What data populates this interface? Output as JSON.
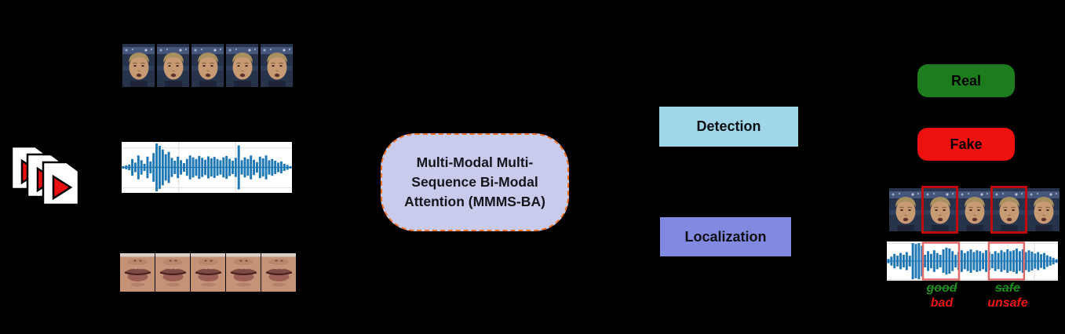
{
  "pipeline": {
    "mmms_label": "Multi-Modal Multi-Sequence Bi-Modal Attention (MMMS-BA)",
    "detection_label": "Detection",
    "localization_label": "Localization"
  },
  "outputs": {
    "real_label": "Real",
    "fake_label": "Fake"
  },
  "input": {
    "video_stack_icon": "video-file-stack-icon",
    "video_file_count": 3,
    "face_frame_count": 5,
    "lip_frame_count": 5
  },
  "localization_output": {
    "face_frame_count": 5,
    "flagged_frame_indices": [
      2,
      4
    ],
    "word_pairs": [
      {
        "original": "good",
        "substituted": "bad"
      },
      {
        "original": "safe",
        "substituted": "unsafe"
      }
    ]
  },
  "colors": {
    "background": "#000000",
    "detection_fill": "#9fd7e9",
    "localization_fill": "#8289e0",
    "mmms_fill": "#c9cbec",
    "mmms_border": "#f07226",
    "real_fill": "#1d7c1e",
    "fake_fill": "#ef1010",
    "waveform_blue": "#1f77b4",
    "frame_flag_red": "#c00a0a",
    "waveform_box_red": "#e06a6a",
    "word_original_green": "#1e8c1e",
    "word_substituted_red": "#ef1515",
    "play_triangle_red": "#e81010"
  },
  "waveforms": {
    "input": {
      "amplitudes": [
        0.05,
        0.08,
        0.12,
        0.35,
        0.2,
        0.5,
        0.3,
        0.15,
        0.45,
        0.25,
        0.6,
        1.0,
        0.9,
        0.75,
        0.55,
        0.65,
        0.4,
        0.28,
        0.45,
        0.3,
        0.18,
        0.35,
        0.5,
        0.42,
        0.35,
        0.48,
        0.4,
        0.32,
        0.46,
        0.38,
        0.44,
        0.35,
        0.3,
        0.42,
        0.48,
        0.36,
        0.28,
        0.4,
        0.92,
        0.3,
        0.42,
        0.35,
        0.5,
        0.32,
        0.22,
        0.45,
        0.38,
        0.5,
        0.3,
        0.35,
        0.28,
        0.2,
        0.25,
        0.15,
        0.1,
        0.05
      ],
      "grid_vertical": [
        0.333,
        0.667
      ],
      "grid_horizontal": [
        0.11,
        0.89
      ],
      "highlight_boxes": []
    },
    "output": {
      "amplitudes": [
        0.12,
        0.25,
        0.4,
        0.3,
        0.45,
        0.35,
        0.5,
        0.3,
        1.0,
        0.95,
        1.0,
        0.85,
        0.35,
        0.55,
        0.4,
        0.6,
        0.45,
        0.35,
        0.65,
        0.75,
        0.7,
        0.55,
        0.35,
        0.5,
        0.6,
        0.45,
        0.55,
        0.65,
        0.5,
        0.6,
        0.55,
        0.45,
        0.6,
        0.5,
        0.4,
        0.55,
        0.45,
        0.6,
        0.5,
        0.65,
        0.55,
        0.6,
        0.7,
        0.55,
        0.65,
        0.5,
        0.6,
        0.52,
        0.42,
        0.5,
        0.38,
        0.45,
        0.32,
        0.25,
        0.18,
        0.1
      ],
      "grid_vertical": [
        0.42,
        0.86
      ],
      "grid_horizontal": [
        0.04,
        0.96
      ],
      "highlight_boxes": [
        {
          "x": 0.211,
          "w": 0.211
        },
        {
          "x": 0.596,
          "w": 0.206
        }
      ]
    }
  }
}
